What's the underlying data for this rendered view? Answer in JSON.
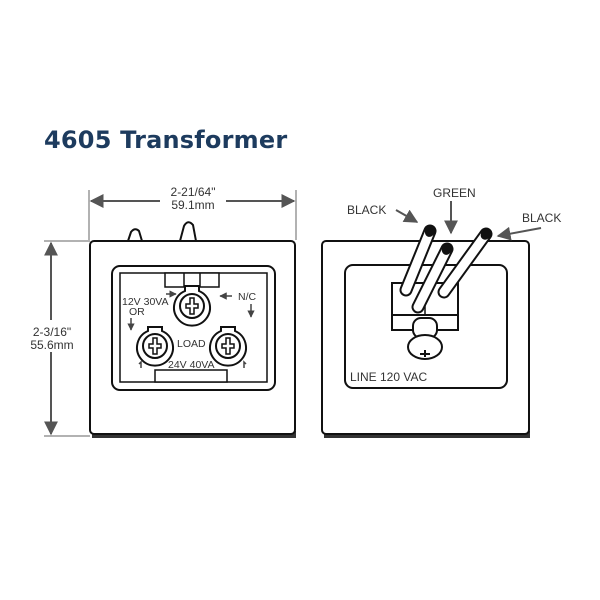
{
  "title": "4605 Transformer",
  "dimensions": {
    "width_in": "2-21/64\"",
    "width_mm": "59.1mm",
    "height_in": "2-3/16\"",
    "height_mm": "55.6mm"
  },
  "front_view": {
    "labels": {
      "tap_low": "12V 30VA",
      "or": "OR",
      "nc": "N/C",
      "load": "LOAD",
      "tap_high": "24V 40VA"
    }
  },
  "back_view": {
    "wire_labels": {
      "left": "BLACK",
      "center": "GREEN",
      "right": "BLACK"
    },
    "line_label": "LINE 120 VAC"
  },
  "colors": {
    "title": "#1d3b5e",
    "line": "#111111",
    "dimension": "#555555"
  }
}
